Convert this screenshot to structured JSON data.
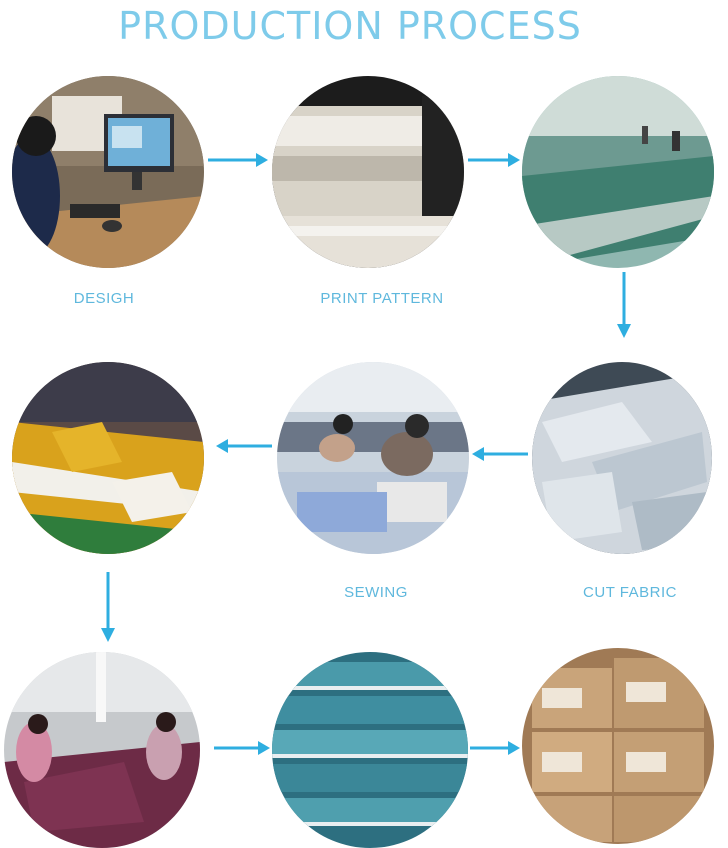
{
  "title": "PRODUCTION PROCESS",
  "steps": {
    "design": {
      "label": "DESIGH"
    },
    "print": {
      "label": "PRINT PATTERN"
    },
    "sewing": {
      "label": "SEWING"
    },
    "cut": {
      "label": "CUT FABRIC"
    }
  },
  "colors": {
    "title": "#7ecbea",
    "label": "#5fb8dd",
    "arrow": "#2eaee0"
  },
  "icons": [
    "arrow-right-icon",
    "arrow-down-icon",
    "arrow-left-icon"
  ]
}
